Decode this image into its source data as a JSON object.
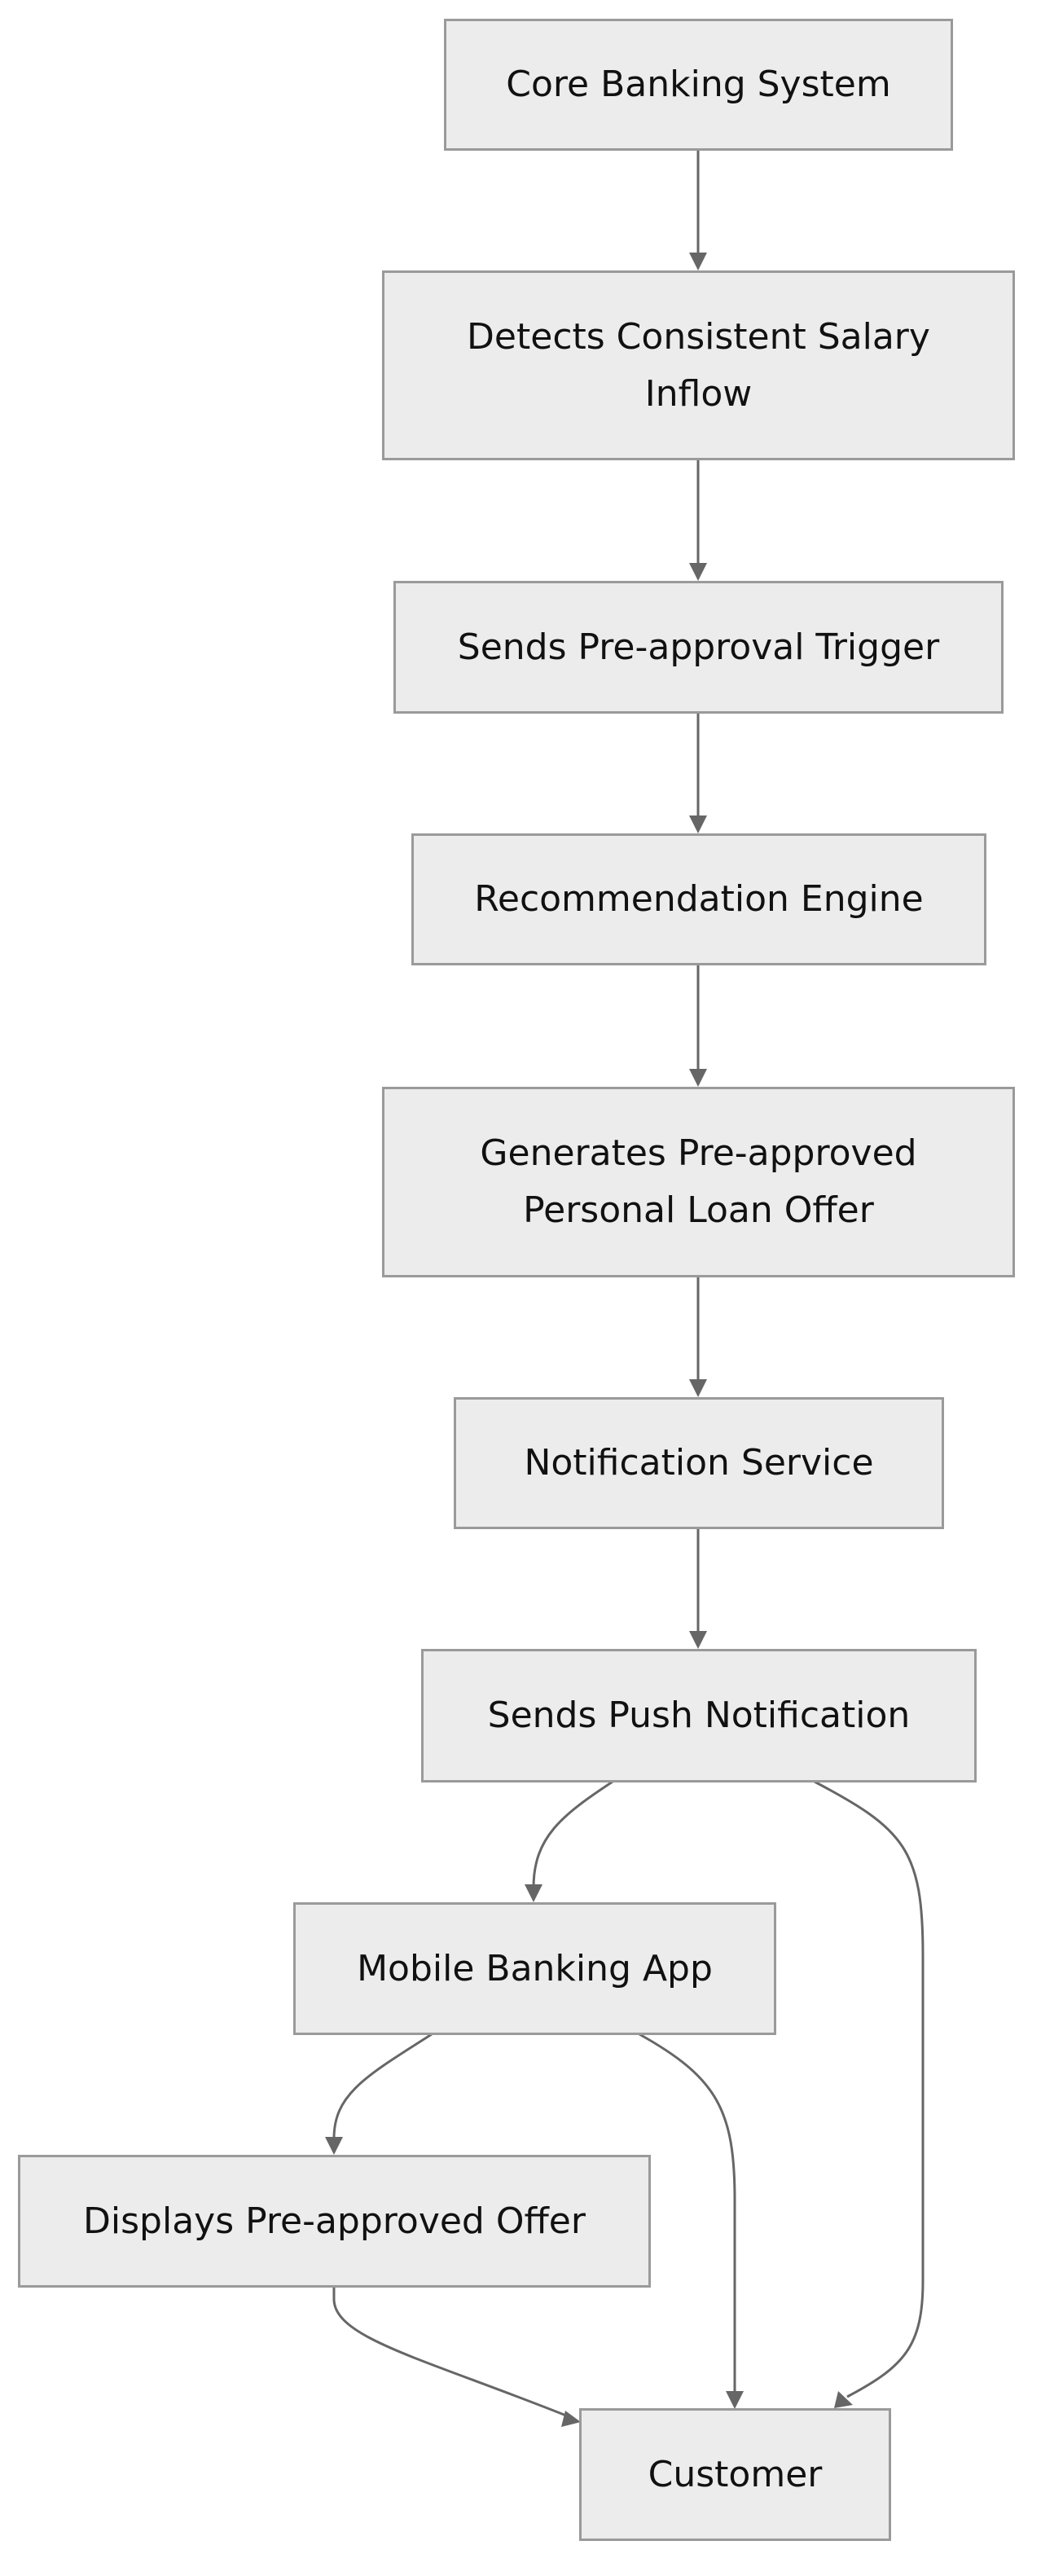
{
  "diagram": {
    "nodes": [
      {
        "id": "core_banking",
        "label": "Core Banking System"
      },
      {
        "id": "detects_salary",
        "label": "Detects Consistent Salary Inflow"
      },
      {
        "id": "sends_trigger",
        "label": "Sends Pre-approval Trigger"
      },
      {
        "id": "recommendation",
        "label": "Recommendation Engine"
      },
      {
        "id": "generates_offer",
        "label": "Generates Pre-approved Personal Loan Offer"
      },
      {
        "id": "notification_service",
        "label": "Notification Service"
      },
      {
        "id": "push_notification",
        "label": "Sends Push Notification"
      },
      {
        "id": "mobile_app",
        "label": "Mobile Banking App"
      },
      {
        "id": "displays_offer",
        "label": "Displays Pre-approved Offer"
      },
      {
        "id": "customer",
        "label": "Customer"
      }
    ],
    "edges": [
      {
        "from": "core_banking",
        "to": "detects_salary"
      },
      {
        "from": "detects_salary",
        "to": "sends_trigger"
      },
      {
        "from": "sends_trigger",
        "to": "recommendation"
      },
      {
        "from": "recommendation",
        "to": "generates_offer"
      },
      {
        "from": "generates_offer",
        "to": "notification_service"
      },
      {
        "from": "notification_service",
        "to": "push_notification"
      },
      {
        "from": "push_notification",
        "to": "mobile_app"
      },
      {
        "from": "push_notification",
        "to": "customer"
      },
      {
        "from": "mobile_app",
        "to": "displays_offer"
      },
      {
        "from": "mobile_app",
        "to": "customer"
      },
      {
        "from": "displays_offer",
        "to": "customer"
      }
    ],
    "colors": {
      "node_fill": "#ececec",
      "node_border": "#9a9a9a",
      "edge": "#666666",
      "text": "#111111"
    }
  }
}
